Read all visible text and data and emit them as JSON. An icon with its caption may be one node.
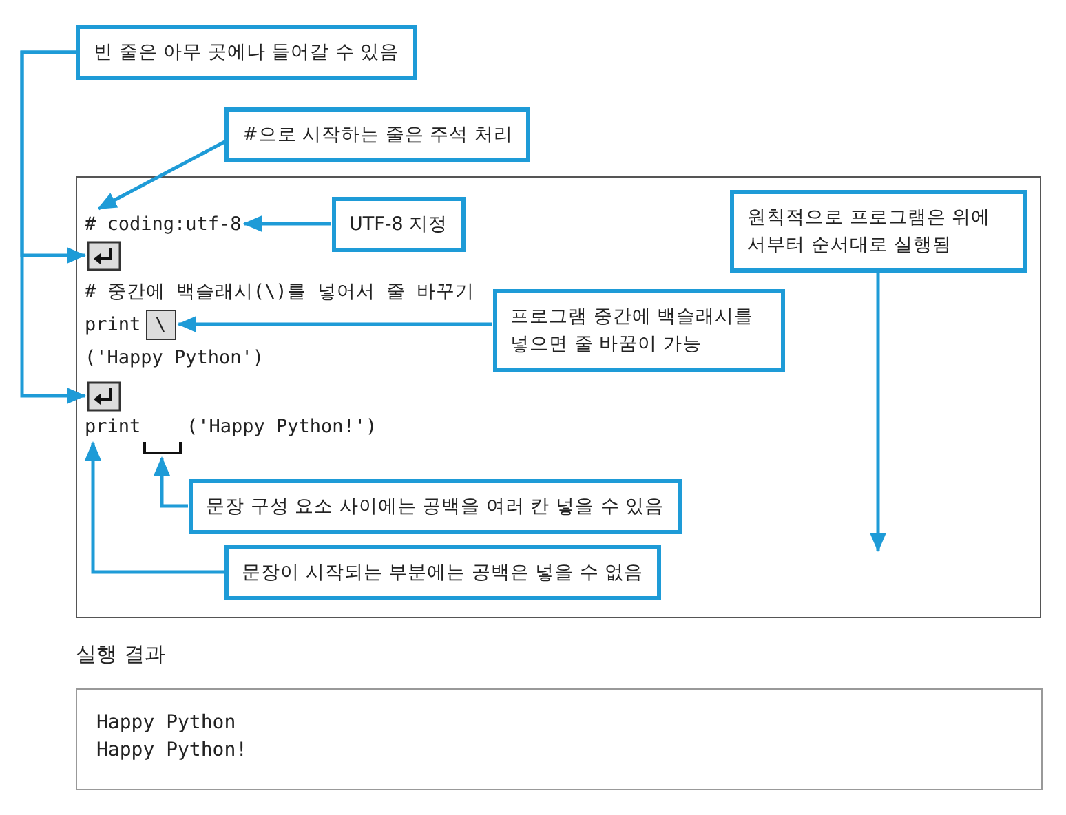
{
  "diagram": {
    "nodes": [
      {
        "text": [
          "빈 줄은 아무 곳에나 들어갈 수 있음"
        ]
      },
      {
        "text": [
          "#으로 시작하는 줄은 주석 처리"
        ]
      },
      {
        "text": [],
        "shape": "box"
      },
      {
        "text": [
          "# coding:utf-8"
        ],
        "in": 2
      },
      {
        "text": [],
        "shape": "box",
        "in": 2
      },
      {
        "text": [
          "# 중간에 백슬래시(\\)를 넣어서 줄 바꾸기"
        ],
        "in": 2
      },
      {
        "text": [
          "print"
        ],
        "in": 2
      },
      {
        "text": [
          "\\"
        ],
        "in": 2
      },
      {
        "text": [
          "('Happy Python')"
        ],
        "in": 2
      },
      {
        "text": [],
        "shape": "box",
        "in": 2
      },
      {
        "text": [
          "print"
        ],
        "in": 2
      },
      {
        "text": [
          "('Happy Python!')"
        ],
        "in": 2
      },
      {
        "text": [],
        "shape": "bracket",
        "in": 2
      },
      {
        "text": [
          "UTF-8 지정"
        ],
        "in": 2
      },
      {
        "text": [
          "원칙적으로 프로그램은 위에서부터 순서대로 실행됨"
        ],
        "in": 2
      },
      {
        "text": [
          "프로그램 중간에 백슬래시를 넣으면 줄 바꿈이 가능"
        ],
        "in": 2
      },
      {
        "text": [
          "문장 구성 요소 사이에는 공백을 여러 칸 넣을 수 있음"
        ],
        "in": 2
      },
      {
        "text": [
          "문장이 시작되는 부분에는 공백은 넣을 수 없음"
        ],
        "in": 2
      },
      {
        "text": [
          "Happy Python",
          "Happy Python!"
        ]
      }
    ],
    "edges": [
      {
        "from": 0,
        "to": 4,
        "arrow": "to"
      },
      {
        "from": 0,
        "to": 9,
        "arrow": "to"
      },
      {
        "from": 1,
        "to": 3,
        "arrow": "to"
      },
      {
        "from": 13,
        "to": 3,
        "arrow": "to"
      },
      {
        "from": 15,
        "to": 7,
        "arrow": "to"
      },
      {
        "from": 16,
        "to": 12,
        "arrow": "to"
      },
      {
        "from": 17,
        "to": 10,
        "arrow": "to"
      },
      {
        "from": 14,
        "to": null,
        "arrow": "to"
      }
    ],
    "labels": [
      "실행 결과"
    ]
  }
}
